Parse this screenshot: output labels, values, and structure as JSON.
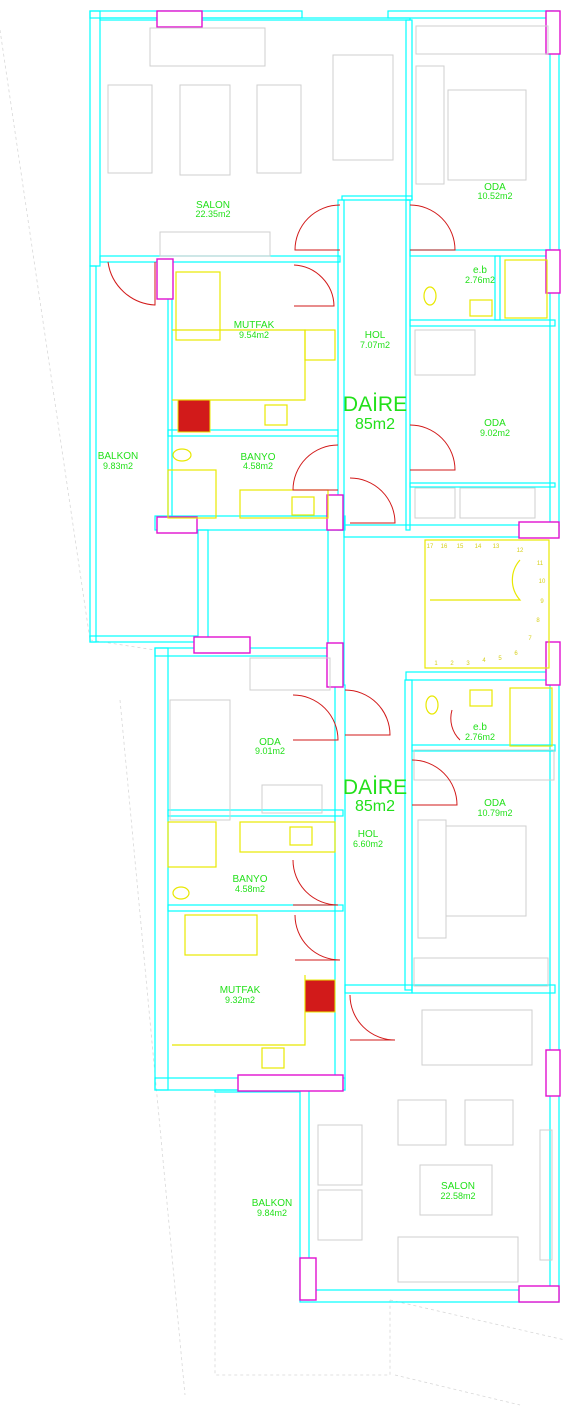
{
  "units": [
    {
      "title": "DAİRE",
      "area": "85m2"
    },
    {
      "title": "DAİRE",
      "area": "85m2"
    }
  ],
  "rooms": {
    "salon_top": {
      "name": "SALON",
      "area": "22.35m2"
    },
    "oda_top_a": {
      "name": "ODA",
      "area": "10.52m2"
    },
    "wc_top": {
      "name": "e.b",
      "area": "2.76m2"
    },
    "mutfak_top": {
      "name": "MUTFAK",
      "area": "9.54m2"
    },
    "hol_top": {
      "name": "HOL",
      "area": "7.07m2"
    },
    "oda_top_b": {
      "name": "ODA",
      "area": "9.02m2"
    },
    "banyo_top": {
      "name": "BANYO",
      "area": "4.58m2"
    },
    "balkon_top": {
      "name": "BALKON",
      "area": "9.83m2"
    },
    "oda_bot_a": {
      "name": "ODA",
      "area": "9.01m2"
    },
    "wc_bot": {
      "name": "e.b",
      "area": "2.76m2"
    },
    "oda_bot_b": {
      "name": "ODA",
      "area": "10.79m2"
    },
    "hol_bot": {
      "name": "HOL",
      "area": "6.60m2"
    },
    "banyo_bot": {
      "name": "BANYO",
      "area": "4.58m2"
    },
    "mutfak_bot": {
      "name": "MUTFAK",
      "area": "9.32m2"
    },
    "salon_bot": {
      "name": "SALON",
      "area": "22.58m2"
    },
    "balkon_bot": {
      "name": "BALKON",
      "area": "9.84m2"
    }
  },
  "stair_steps": [
    "1",
    "2",
    "3",
    "4",
    "5",
    "6",
    "7",
    "8",
    "9",
    "10",
    "11",
    "12",
    "13",
    "14",
    "15",
    "16",
    "17"
  ],
  "colors": {
    "wall": "#00ffff",
    "label": "#22e01a",
    "fixture": "#e8e800",
    "door": "#d21a1a",
    "column": "#e010d0",
    "furniture": "#cfcfcf"
  }
}
